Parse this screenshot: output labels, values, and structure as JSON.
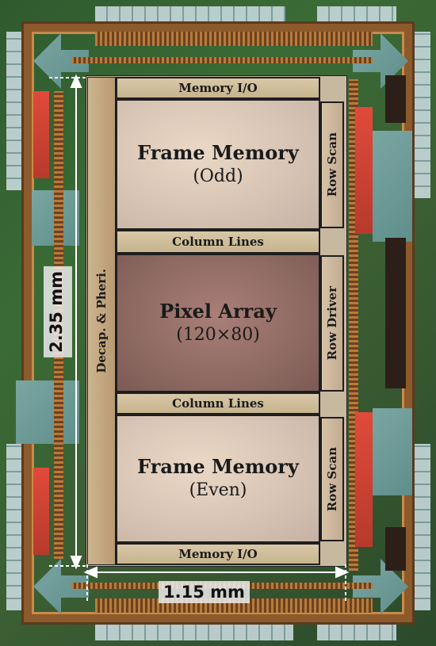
{
  "blocks": {
    "memory_io_top": "Memory I/O",
    "frame_memory_odd_title": "Frame Memory",
    "frame_memory_odd_sub": "(Odd)",
    "row_scan_top": "Row Scan",
    "column_lines_top": "Column Lines",
    "pixel_array_title": "Pixel Array",
    "pixel_array_sub": "(120×80)",
    "row_driver": "Row Driver",
    "decap_pheri": "Decap. & Pheri.",
    "column_lines_bottom": "Column Lines",
    "frame_memory_even_title": "Frame Memory",
    "frame_memory_even_sub": "(Even)",
    "row_scan_bottom": "Row Scan",
    "memory_io_bottom": "Memory I/O"
  },
  "dimensions": {
    "height_label": "2.35 mm",
    "width_label": "1.15 mm"
  },
  "colors": {
    "die_green": "#3a6b35",
    "copper": "#b97a3c",
    "red_blocks": "#e04a3a",
    "block_border": "#1e1e1e",
    "pixel_array": "#8e6a62",
    "memory": "#d8c4b4"
  }
}
